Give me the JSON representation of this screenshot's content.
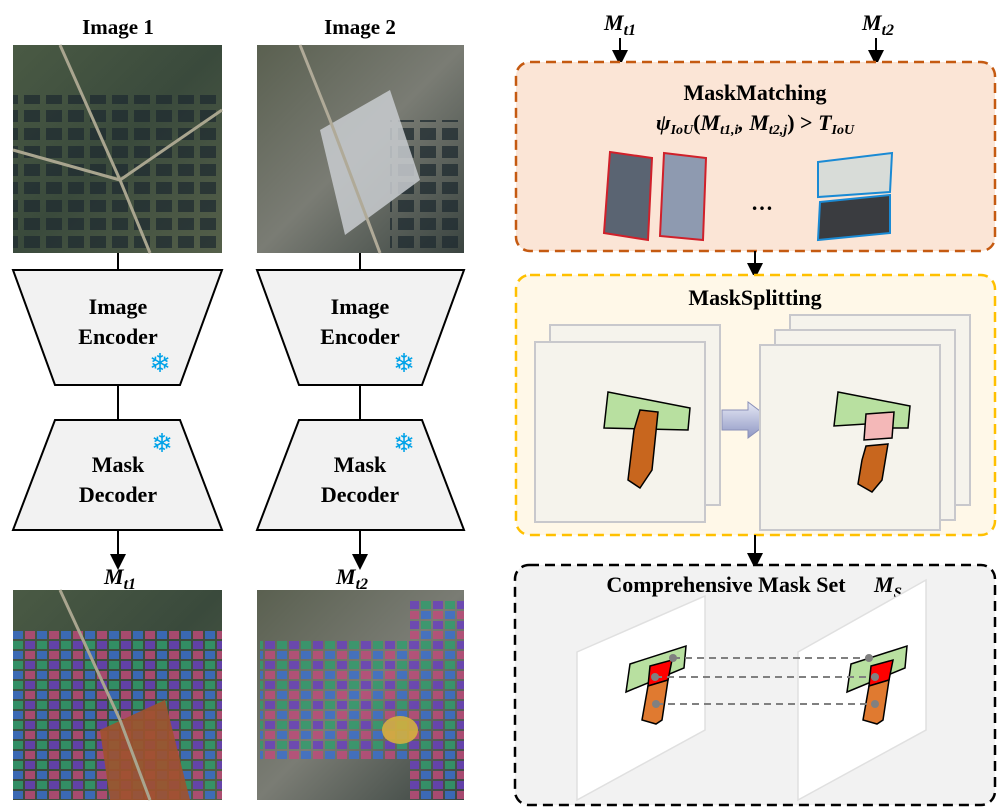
{
  "left": {
    "columns": [
      {
        "title": "Image 1",
        "encoder": [
          "Image",
          "Encoder"
        ],
        "decoder": [
          "Mask",
          "Decoder"
        ],
        "output": {
          "base": "M",
          "sub": "t1"
        }
      },
      {
        "title": "Image 2",
        "encoder": [
          "Image",
          "Encoder"
        ],
        "decoder": [
          "Mask",
          "Decoder"
        ],
        "output": {
          "base": "M",
          "sub": "t2"
        }
      }
    ],
    "frozen_icon": "snowflake-icon"
  },
  "right": {
    "inputs": [
      {
        "base": "M",
        "sub": "t1"
      },
      {
        "base": "M",
        "sub": "t2"
      }
    ],
    "matching": {
      "title": "MaskMatching",
      "formula": {
        "psi": "ψ",
        "psi_sub": "IoU",
        "open": "(",
        "a": "M",
        "a_sub": "t1,i",
        "comma": ", ",
        "b": "M",
        "b_sub": "t2,j",
        "close": ")",
        "gt": " > ",
        "t": "T",
        "t_sub": "IoU"
      },
      "ellipsis": "…"
    },
    "splitting": {
      "title": "MaskSplitting"
    },
    "mask_set": {
      "title": "Comprehensive Mask Set",
      "symbol": "M",
      "symbol_sub": "S"
    }
  },
  "colors": {
    "matching_border": "#c55a11",
    "matching_fill": "#fbe5d6",
    "splitting_border": "#ffc000",
    "splitting_fill": "#fff8e8",
    "set_border": "#000000",
    "set_fill": "#f2f2f2",
    "snowflake": "#00a2e8"
  }
}
